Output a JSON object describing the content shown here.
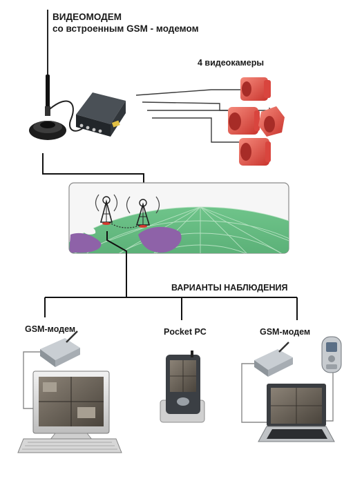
{
  "title": {
    "line1": "ВИДЕОМОДЕМ",
    "line2": "со встроенным GSM - модемом"
  },
  "cameras": {
    "label": "4 видеокамеры",
    "count": 4
  },
  "observation": {
    "label": "ВАРИАНТЫ НАБЛЮДЕНИЯ"
  },
  "options": [
    {
      "label": "GSM-модем"
    },
    {
      "label": "Pocket PC"
    },
    {
      "label": "GSM-модем"
    }
  ],
  "colors": {
    "camera": "#e8504a",
    "globe_green": "#3d9a5c",
    "land_purple": "#8e62a8",
    "modem_dark": "#2b2f33",
    "line": "#3a3a3a"
  }
}
